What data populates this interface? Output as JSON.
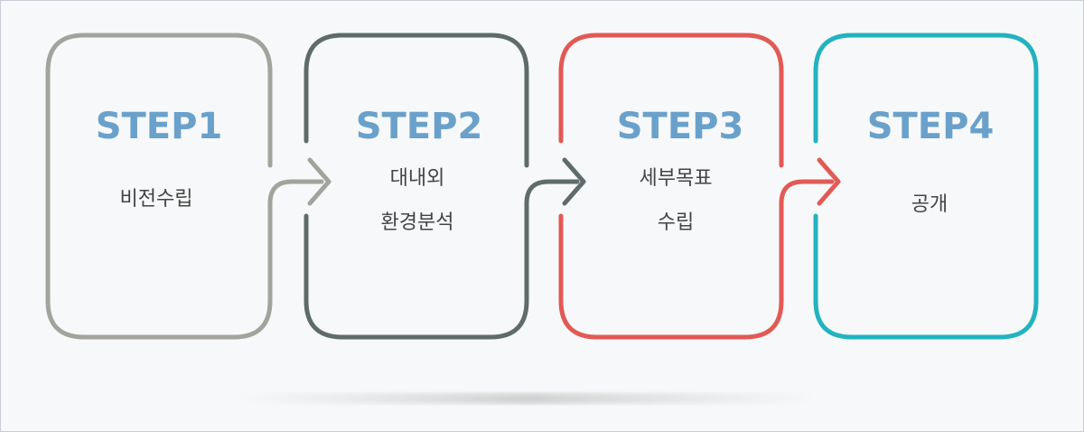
{
  "colors": {
    "title": "#6aa1cb",
    "text": "#444444",
    "step1": "#a3a39e",
    "step2": "#5f6b6b",
    "step3": "#e25a55",
    "step4": "#21b3bf"
  },
  "steps": [
    {
      "title": "STEP1",
      "lines": [
        "비전수립"
      ]
    },
    {
      "title": "STEP2",
      "lines": [
        "대내외",
        "환경분석"
      ]
    },
    {
      "title": "STEP3",
      "lines": [
        "세부목표",
        "수립"
      ]
    },
    {
      "title": "STEP4",
      "lines": [
        "공개"
      ]
    }
  ]
}
